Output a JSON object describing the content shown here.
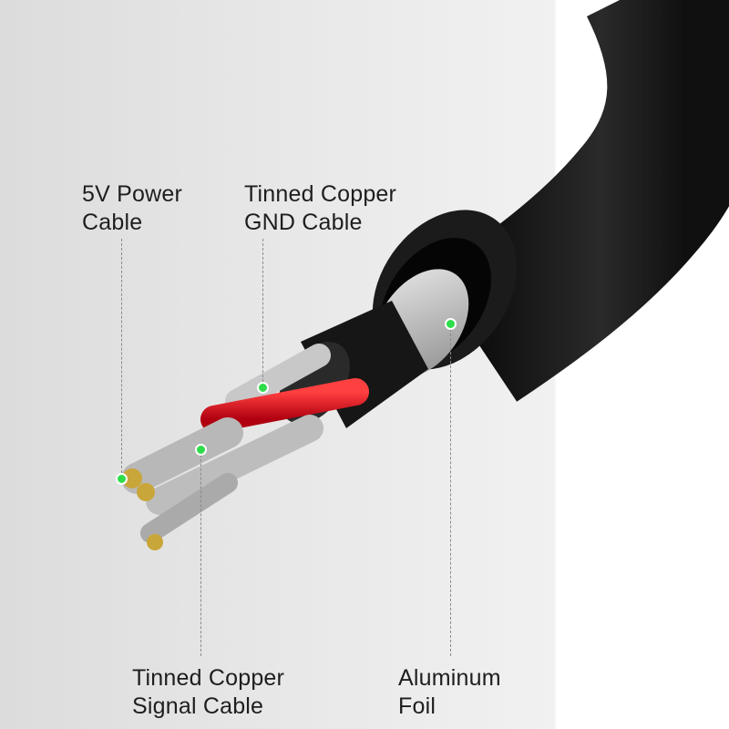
{
  "labels": {
    "power": {
      "line1": "5V Power",
      "line2": "Cable"
    },
    "gnd": {
      "line1": "Tinned Copper",
      "line2": "GND Cable"
    },
    "signal": {
      "line1": "Tinned Copper",
      "line2": "Signal Cable"
    },
    "foil": {
      "line1": "Aluminum",
      "line2": "Foil"
    }
  },
  "colors": {
    "marker": "#2fdc4a",
    "jacket": "#141414",
    "power_wire": "#e0141c",
    "strands": "#b8b8b8"
  }
}
